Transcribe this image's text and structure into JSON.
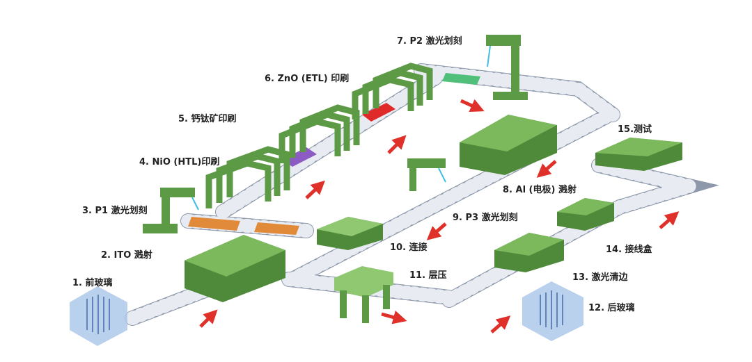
{
  "steps": [
    {
      "label": "1. 前玻璃"
    },
    {
      "label": "2. ITO 溅射"
    },
    {
      "label": "3. P1 激光划刻"
    },
    {
      "label": "4. NiO (HTL)印刷"
    },
    {
      "label": "5. 钙钛矿印刷"
    },
    {
      "label": "6. ZnO (ETL) 印刷"
    },
    {
      "label": "7. P2 激光划刻"
    },
    {
      "label": "8. Al (电极) 溅射"
    },
    {
      "label": "9. P3 激光划刻"
    },
    {
      "label": "10. 连接"
    },
    {
      "label": "11. 层压"
    },
    {
      "label": "12. 后玻璃"
    },
    {
      "label": "13. 激光清边"
    },
    {
      "label": "14. 接线盒"
    },
    {
      "label": "15.测试"
    }
  ],
  "colors": {
    "machine": "#5d9a45",
    "conveyor": "#8d99ab",
    "arrow": "#e0302a",
    "glass": "#a9c6e8"
  }
}
